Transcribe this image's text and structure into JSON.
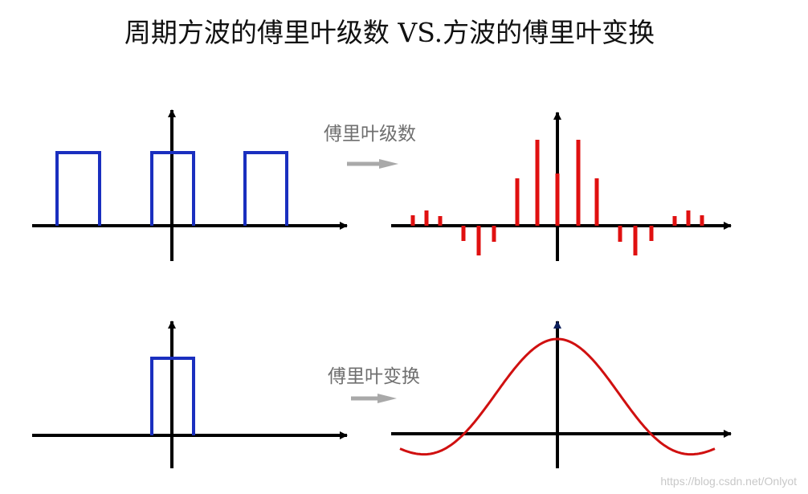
{
  "title": "周期方波的傅里叶级数 VS.方波的傅里叶变换",
  "labels": {
    "series": "傅里叶级数",
    "transform": "傅里叶变换"
  },
  "watermark": "https://blog.csdn.net/Onlyot",
  "colors": {
    "axis": "#000000",
    "square_wave": "#1a2fbf",
    "spectrum": "#e01010",
    "arrow": "#a9a9a9",
    "caption": "#6f6f6f"
  },
  "icons": {
    "series_arrow": "right-arrow-icon",
    "transform_arrow": "right-arrow-icon"
  }
}
